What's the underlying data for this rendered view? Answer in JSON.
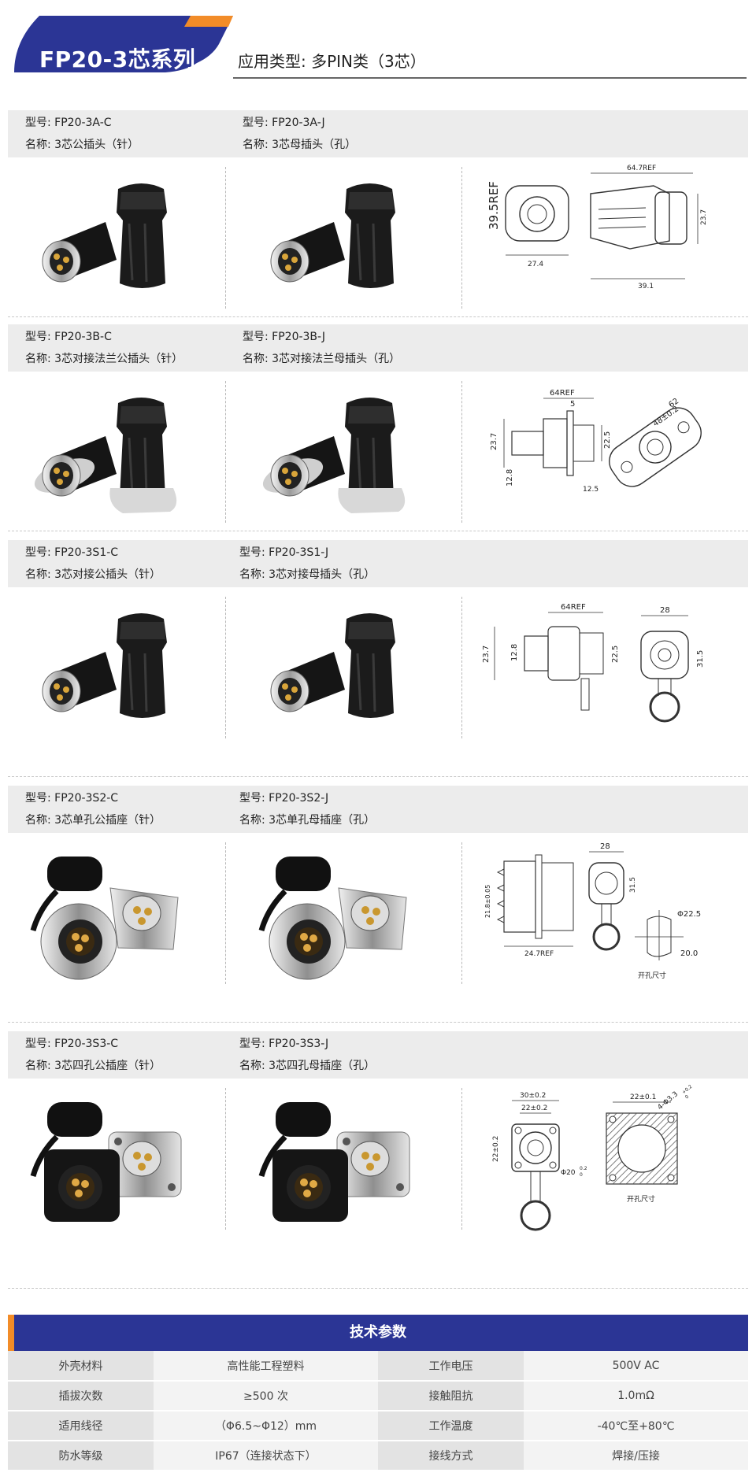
{
  "header": {
    "series_title": "FP20-3芯系列",
    "application_type": "应用类型: 多PIN类（3芯）"
  },
  "sections": [
    {
      "male": {
        "model": "型号: FP20-3A-C",
        "name": "名称: 3芯公插头（针）"
      },
      "female": {
        "model": "型号: FP20-3A-J",
        "name": "名称: 3芯母插头（孔）"
      },
      "dims": {
        "a": "39.5REF",
        "b": "64.7REF",
        "c": "27.4",
        "d": "39.1",
        "e": "23.7"
      }
    },
    {
      "male": {
        "model": "型号: FP20-3B-C",
        "name": "名称: 3芯对接法兰公插头（针）"
      },
      "female": {
        "model": "型号: FP20-3B-J",
        "name": "名称: 3芯对接法兰母插头（孔）"
      },
      "dims": {
        "a": "64REF",
        "b": "5",
        "c": "23.7",
        "d": "22.5",
        "e": "12.8",
        "f": "12.5",
        "g": "62",
        "h": "48±0.2"
      }
    },
    {
      "male": {
        "model": "型号: FP20-3S1-C",
        "name": "名称: 3芯对接公插头（针）"
      },
      "female": {
        "model": "型号: FP20-3S1-J",
        "name": "名称: 3芯对接母插头（孔）"
      },
      "dims": {
        "a": "64REF",
        "b": "23.7",
        "c": "12.8",
        "d": "22.5",
        "e": "28",
        "f": "31.5"
      }
    },
    {
      "male": {
        "model": "型号: FP20-3S2-C",
        "name": "名称: 3芯单孔公插座（针）"
      },
      "female": {
        "model": "型号: FP20-3S2-J",
        "name": "名称: 3芯单孔母插座（孔）"
      },
      "dims": {
        "a": "21.8±0.05",
        "b": "24.7REF",
        "c": "28",
        "d": "31.5",
        "e": "Φ22.5",
        "f": "20.0",
        "cutout": "开孔尺寸"
      }
    },
    {
      "male": {
        "model": "型号: FP20-3S3-C",
        "name": "名称: 3芯四孔公插座（针）"
      },
      "female": {
        "model": "型号: FP20-3S3-J",
        "name": "名称: 3芯四孔母插座（孔）"
      },
      "dims": {
        "a": "30±0.2",
        "b": "22±0.2",
        "c": "22±0.2",
        "d": "Φ20",
        "d_tol": "0.2",
        "d_tol2": "0",
        "e": "22±0.1",
        "f": "4-Φ3.3",
        "f_tol": "+0.2",
        "f_tol2": "0",
        "cutout": "开孔尺寸"
      }
    }
  ],
  "specs": {
    "title": "技术参数",
    "rows": [
      [
        "外壳材料",
        "高性能工程塑料",
        "工作电压",
        "500V AC"
      ],
      [
        "插拔次数",
        "≥500 次",
        "接触阻抗",
        "1.0mΩ"
      ],
      [
        "适用线径",
        "（Φ6.5~Φ12）mm",
        "工作温度",
        "-40℃至+80℃"
      ],
      [
        "防水等级",
        "IP67（连接状态下）",
        "接线方式",
        "焊接/压接"
      ]
    ]
  },
  "colors": {
    "brand_blue": "#2b3595",
    "accent_orange": "#f28c28"
  }
}
